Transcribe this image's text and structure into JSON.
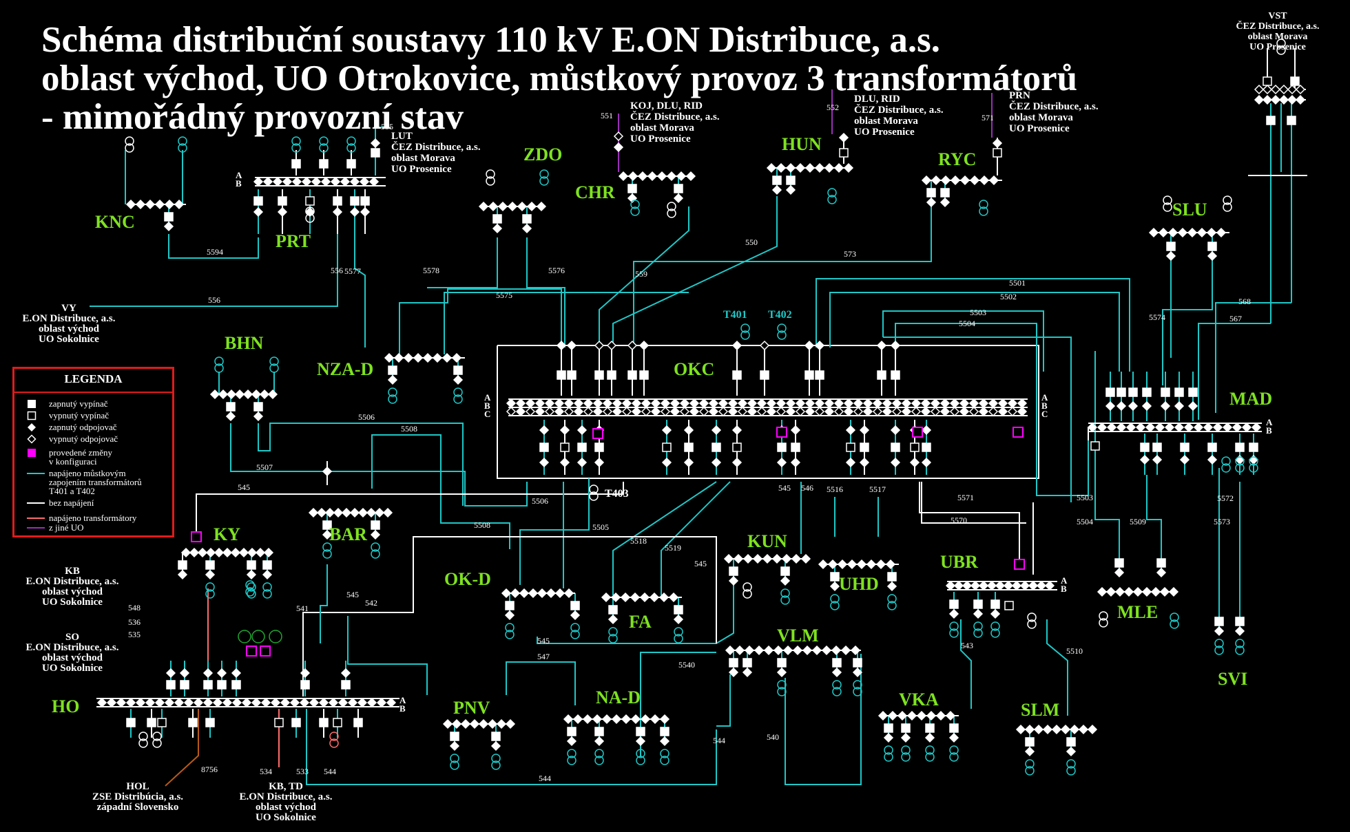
{
  "title": {
    "line1": "Schéma distribuční soustavy 110 kV E.ON Distribuce, a.s.",
    "line2": "oblast východ, UO Otrokovice, můstkový provoz 3 transformátorů",
    "line3": "- mimořádný provozní stav"
  },
  "colors": {
    "energized": "#1ec8c8",
    "dead": "#ffffff",
    "station_label": "#7ee21f",
    "legend_border": "#e01b1b",
    "change": "#ff00ff",
    "other_uo": "#9b2fb8",
    "alt_transformers": "#ff6b6b"
  },
  "legend": {
    "title": "LEGENDA",
    "items": [
      {
        "icon": "filled-square-icon",
        "text": "zapnutý vypínač"
      },
      {
        "icon": "empty-square-icon",
        "text": "vypnutý vypínač"
      },
      {
        "icon": "filled-diamond-icon",
        "text": "zapnutý odpojovač"
      },
      {
        "icon": "empty-diamond-icon",
        "text": "vypnutý odpojovač"
      },
      {
        "icon": "magenta-square-icon",
        "text": "provedené změny"
      },
      {
        "icon": "",
        "text": "v konfiguraci"
      },
      {
        "icon": "cyan-line-icon",
        "text": "napájeno můstkovým"
      },
      {
        "icon": "",
        "text": "zapojením transformátorů"
      },
      {
        "icon": "",
        "text": "T401 a T402"
      },
      {
        "icon": "white-line-icon",
        "text": "bez napájení"
      },
      {
        "icon": "red-line-icon",
        "text": "napájeno transformátory"
      },
      {
        "icon": "purple-line-icon",
        "text": "z jiné UO"
      }
    ]
  },
  "stations": {
    "knc": "KNC",
    "prt": "PRT",
    "zdo": "ZDO",
    "chr": "CHR",
    "hun": "HUN",
    "ryc": "RYC",
    "slu": "SLU",
    "okc": "OKC",
    "mad": "MAD",
    "bhn": "BHN",
    "nzad": "NZA-D",
    "bar": "BAR",
    "ky": "KY",
    "okd": "OK-D",
    "fa": "FA",
    "kun": "KUN",
    "uhd": "UHD",
    "ubr": "UBR",
    "mle": "MLE",
    "svi": "SVI",
    "vlm": "VLM",
    "vka": "VKA",
    "slm": "SLM",
    "pnv": "PNV",
    "nad": "NA-D",
    "ho": "HO",
    "t401": "T401",
    "t402": "T402",
    "t403": "T403"
  },
  "external": {
    "vy": [
      "VY",
      "E.ON Distribuce, a.s.",
      "oblast východ",
      "UO Sokolnice"
    ],
    "kb": [
      "KB",
      "E.ON Distribuce, a.s.",
      "oblast východ",
      "UO Sokolnice"
    ],
    "so": [
      "SO",
      "E.ON Distribuce, a.s.",
      "oblast východ",
      "UO Sokolnice"
    ],
    "hol": [
      "HOL",
      "ZSE Distribúcia, a.s.",
      "západní Slovensko"
    ],
    "kbtd": [
      "KB, TD",
      "E.ON Distribuce, a.s.",
      "oblast východ",
      "UO Sokolnice"
    ],
    "lut": [
      "LUT",
      "ČEZ Distribuce, a.s.",
      "oblast Morava",
      "UO Prosenice"
    ],
    "koj": [
      "KOJ, DLU, RID",
      "ČEZ Distribuce, a.s.",
      "oblast Morava",
      "UO Prosenice"
    ],
    "dlu": [
      "DLU, RID",
      "ČEZ Distribuce, a.s.",
      "oblast Morava",
      "UO Prosenice"
    ],
    "prn": [
      "PRN",
      "ČEZ Distribuce, a.s.",
      "oblast Morava",
      "UO Prosenice"
    ],
    "vst": [
      "VST",
      "ČEZ Distribuce, a.s.",
      "oblast Morava",
      "UO Prosenice"
    ]
  },
  "line_numbers": {
    "l555": "555",
    "l551": "551",
    "l552": "552",
    "l571": "571",
    "l5594": "5594",
    "l556a": "556",
    "l556b": "556",
    "l5578": "5578",
    "l5577": "5577",
    "l5575": "5575",
    "l5576": "5576",
    "l559": "559",
    "l550": "550",
    "l573": "573",
    "l5501": "5501",
    "l5502": "5502",
    "l5503": "5503",
    "l5504a": "5504",
    "l568": "568",
    "l567": "567",
    "l5574": "5574",
    "l5506a": "5506",
    "l5508a": "5508",
    "l5507": "5507",
    "l5506b": "5506",
    "l5508b": "5508",
    "l5505": "5505",
    "l5518": "5518",
    "l5519": "5519",
    "l545a": "545",
    "l545b": "545",
    "l545c": "545",
    "l545d": "545",
    "l545e": "545",
    "l546": "546",
    "l5516": "5516",
    "l5517": "5517",
    "l5571": "5571",
    "l5570": "5570",
    "l5503b": "5503",
    "l5504b": "5504",
    "l5509": "5509",
    "l5573": "5573",
    "l5572": "5572",
    "l541": "541",
    "l542": "542",
    "l547": "547",
    "l5540": "5540",
    "l543": "543",
    "l5510": "5510",
    "l544a": "544",
    "l544b": "544",
    "l544c": "544",
    "l540": "540",
    "l548": "548",
    "l536": "536",
    "l535": "535",
    "l8756": "8756",
    "l534": "534",
    "l533": "533"
  },
  "busbar_letters": {
    "prt": [
      "A",
      "B"
    ],
    "okc_left": [
      "A",
      "B",
      "C"
    ],
    "okc_right": [
      "A",
      "B",
      "C"
    ],
    "mad": [
      "A",
      "B"
    ],
    "ubr": [
      "A",
      "B"
    ],
    "ho": [
      "A",
      "B"
    ]
  }
}
